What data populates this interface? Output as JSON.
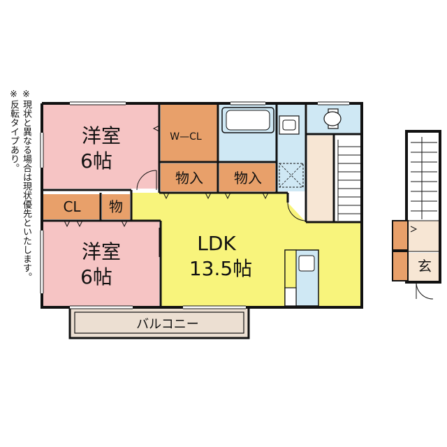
{
  "notes": [
    "※現状と異なる場合は現状優先といたします。",
    "※反転タイプあり。"
  ],
  "rooms": {
    "western1": {
      "name": "洋室",
      "size": "6帖"
    },
    "western2": {
      "name": "洋室",
      "size": "6帖"
    },
    "wcl": "W—CL",
    "storage1": "物入",
    "storage2": "物入",
    "cl": "CL",
    "storage3": "物",
    "ldk": {
      "name": "LDK",
      "size": "13.5帖"
    },
    "balcony": "バルコニー",
    "entrance": "玄"
  },
  "colors": {
    "western": "#f6c4c4",
    "closet": "#e8a06a",
    "ldk": "#f8f47c",
    "wet": "#cfe8f4",
    "floor": "#f7e6d4",
    "balcony": "#ecdfd2",
    "wall": "#111111"
  }
}
